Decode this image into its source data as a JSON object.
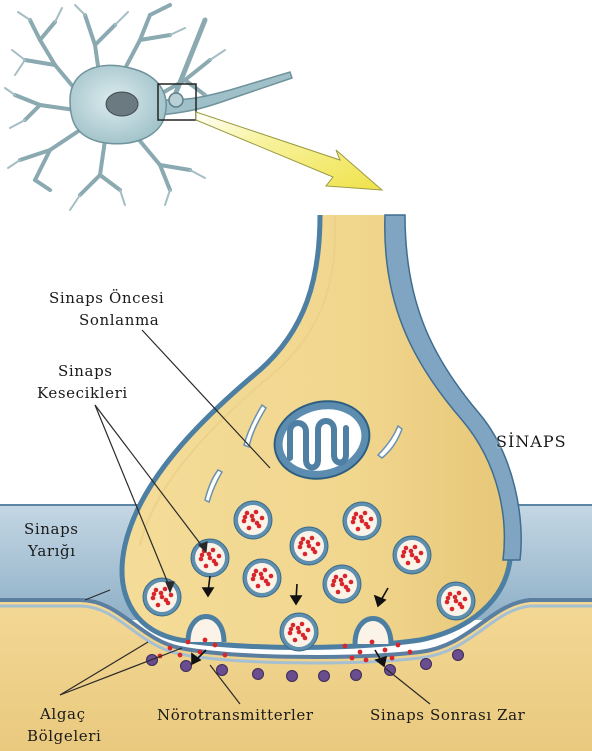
{
  "title": "SİNAPS",
  "labels": {
    "presynaptic_ending": [
      "Sinaps Öncesi",
      "Sonlanma"
    ],
    "synaptic_vesicles": [
      "Sinaps",
      "Kesecikleri"
    ],
    "synaptic_cleft": [
      "Sinaps",
      "Yarığı"
    ],
    "receptor_sites": [
      "Algaç",
      "Bölgeleri"
    ],
    "neurotransmitters": "Nörotransmitterler",
    "postsynaptic_membrane": "Sinaps Sonrası Zar"
  },
  "colors": {
    "terminal_fill": "#f2d78f",
    "terminal_edge": "#4d7fa3",
    "cleft_blue": "#a9c3d6",
    "post_fill": "#f0d390",
    "vesicle_dot": "#d8262c",
    "neuron_body": "#b9d4d9",
    "arrow_yellow": "#f4ee70",
    "receptor": "#6a4d8f"
  }
}
